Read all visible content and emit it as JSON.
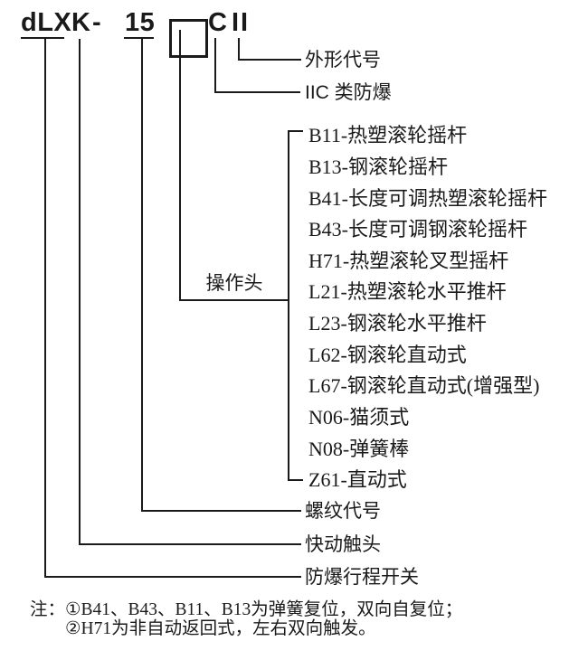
{
  "code": {
    "series": "dLX",
    "contact_code": "K",
    "dash": "-",
    "thread_code": "15",
    "class_code": "C",
    "shape_code": "II"
  },
  "labels": {
    "shape": "外形代号",
    "explosion_class": "IIC 类防爆",
    "operating_head": "操作头",
    "thread": "螺纹代号",
    "contact": "快动触头",
    "switch_type": "防爆行程开关"
  },
  "operating_head_items": [
    "B11-热塑滚轮摇杆",
    "B13-钢滚轮摇杆",
    "B41-长度可调热塑滚轮摇杆",
    "B43-长度可调钢滚轮摇杆",
    "H71-热塑滚轮叉型摇杆",
    "L21-热塑滚轮水平推杆",
    "L23-钢滚轮水平推杆",
    "L62-钢滚轮直动式",
    "L67-钢滚轮直动式(增强型)",
    "N06-猫须式",
    "N08-弹簧棒",
    "Z61-直动式"
  ],
  "note": {
    "prefix": "注：",
    "items": [
      "①B41、B43、B11、B13为弹簧复位，双向自复位；",
      "②H71为非自动返回式，左右双向触发。"
    ]
  },
  "colors": {
    "ink": "#1a1a1a",
    "background": "#ffffff"
  }
}
